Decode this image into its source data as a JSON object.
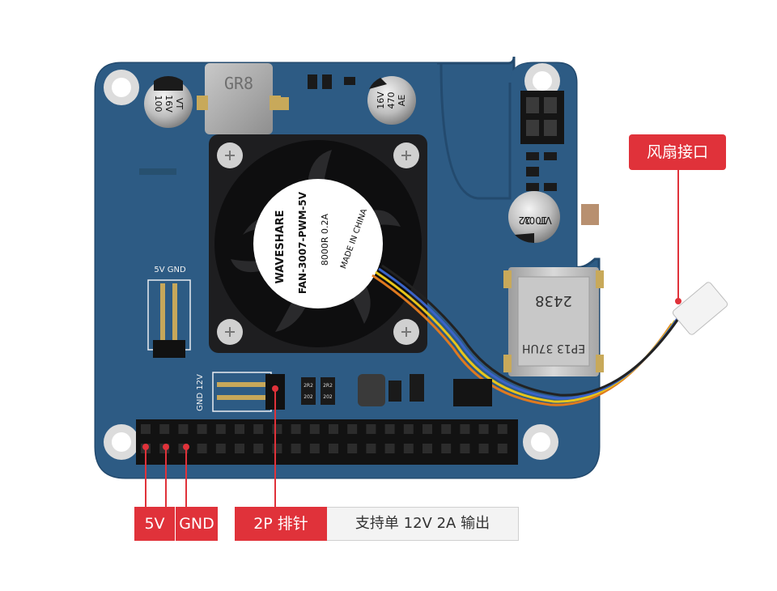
{
  "image": {
    "subject": "fan HAT board",
    "colors": {
      "pcb": "#2d5b84",
      "pcb_edge": "#234a6e",
      "fan_body": "#1e1e20",
      "header": "#121212",
      "callout_red": "#e0323a",
      "callout_grey_bg": "#f3f3f3"
    }
  },
  "board_markings": {
    "inductor_top": "GR8",
    "cap1": [
      "100",
      "16V",
      "VT"
    ],
    "cap2": [
      "16V",
      "470",
      "AE"
    ],
    "cap3": [
      "22",
      "100V",
      "VT"
    ],
    "transformer_line1": "2438",
    "transformer_line2": "EP13 37UH",
    "silk_5v_gnd": "5V  GND",
    "silk_gnd_12v": "GND 12V",
    "resistor_codes": [
      "2R2",
      "2R2",
      "202",
      "202"
    ]
  },
  "fan": {
    "brand": "WAVESHARE",
    "model": "FAN-3007-PWM-5V",
    "spec": "8000R  0.2A",
    "origin": "MADE IN CHINA"
  },
  "callouts": {
    "fan_interface": "风扇接口",
    "pin_5v": "5V",
    "pin_gnd": "GND",
    "header_2p": "2P 排针",
    "header_2p_desc": "支持单 12V 2A 输出"
  }
}
